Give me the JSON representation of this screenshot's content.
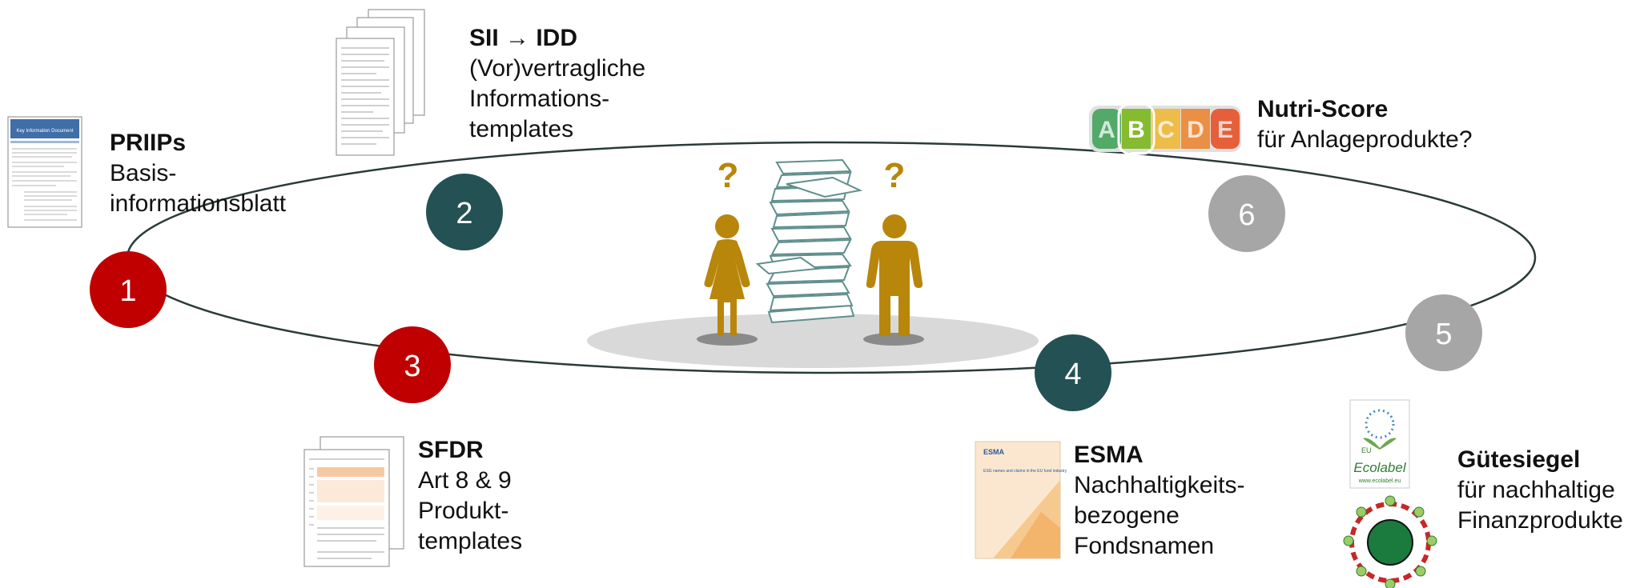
{
  "nodes": [
    {
      "number": "1",
      "color": "#c00000"
    },
    {
      "number": "2",
      "color": "#245154"
    },
    {
      "number": "3",
      "color": "#c00000"
    },
    {
      "number": "4",
      "color": "#245154"
    },
    {
      "number": "5",
      "color": "#a6a6a6"
    },
    {
      "number": "6",
      "color": "#a6a6a6"
    }
  ],
  "labels": {
    "priips": {
      "title": "PRIIPs",
      "lines": [
        "Basis-",
        "informationsblatt"
      ]
    },
    "sii": {
      "title": "SII → IDD",
      "lines": [
        "(Vor)vertragliche",
        "Informations-",
        "templates"
      ]
    },
    "sfdr": {
      "title": "SFDR",
      "lines": [
        "Art 8 & 9",
        "Produkt-",
        "templates"
      ]
    },
    "esma": {
      "title": "ESMA",
      "lines": [
        "Nachhaltigkeits-",
        "bezogene",
        "Fondsnamen"
      ]
    },
    "nutri": {
      "title": "Nutri-Score",
      "lines": [
        "für Anlageprodukte?"
      ]
    },
    "guetesiegel": {
      "title": "Gütesiegel",
      "lines": [
        "für nachhaltige",
        "Finanzprodukte"
      ]
    }
  },
  "center": {
    "question_mark": "?",
    "person_color": "#b8860b"
  },
  "nutri_score": {
    "letters": [
      "A",
      "B",
      "C",
      "D",
      "E"
    ],
    "colors": [
      "#2e9b4a",
      "#85bb2f",
      "#f0b323",
      "#ec7b1f",
      "#e63e11"
    ]
  },
  "images": {
    "kid_header": "Key Information Document",
    "esma_logo": "ESMA",
    "esma_cover_text": "ESG names and claims in the EU fund industry",
    "ecolabel_text": "Ecolabel",
    "ecolabel_prefix": "EU",
    "ecolabel_url": "www.ecolabel.eu"
  },
  "colors": {
    "ellipse": "#2b3a3a",
    "plate": "#d9d9d9",
    "stack": "#5f8f8c"
  }
}
